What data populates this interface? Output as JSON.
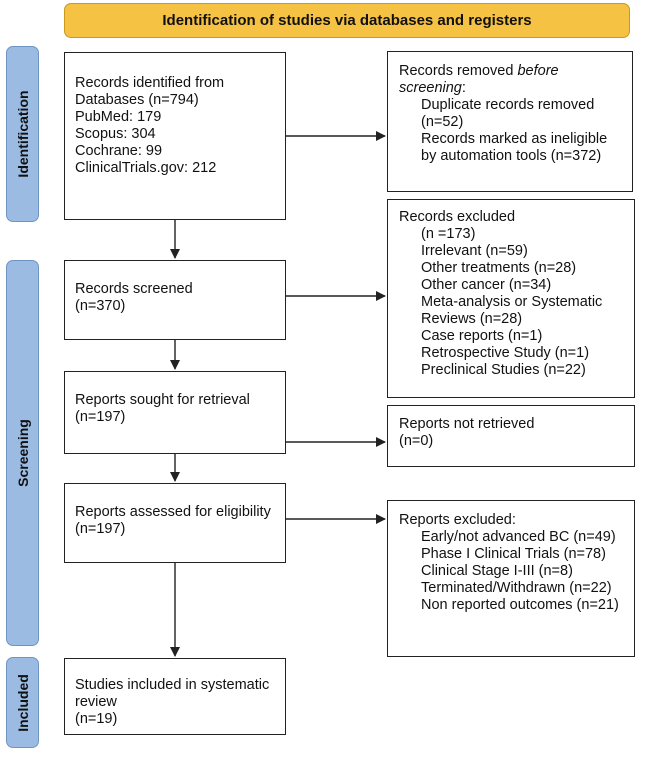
{
  "header": "Identification of studies via databases and registers",
  "phases": {
    "identification": "Identification",
    "screening": "Screening",
    "included": "Included"
  },
  "identified": {
    "line1": "Records identified from",
    "line2": "Databases (n=794)",
    "line3": "PubMed: 179",
    "line4": "Scopus: 304",
    "line5": "Cochrane: 99",
    "line6": "ClinicalTrials.gov: 212"
  },
  "removed": {
    "line1_a": "Records removed ",
    "line1_b": "before",
    "line2_a": "screening",
    "line2_b": ":",
    "dup1": "Duplicate records removed",
    "dup2": "(n=52)",
    "auto1": "Records marked as ineligible",
    "auto2": "by automation tools (n=372)"
  },
  "screened": {
    "line1": "Records screened",
    "line2": "(n=370)"
  },
  "excluded_records": {
    "line1": "Records excluded",
    "items": [
      "(n =173)",
      "Irrelevant (n=59)",
      "Other treatments (n=28)",
      "Other cancer (n=34)",
      "Meta-analysis or Systematic",
      "Reviews (n=28)",
      "Case reports (n=1)",
      "Retrospective Study (n=1)",
      "Preclinical Studies (n=22)"
    ]
  },
  "sought": {
    "line1": "Reports sought for retrieval",
    "line2": "(n=197)"
  },
  "not_retrieved": {
    "line1": "Reports not retrieved",
    "line2": "(n=0)"
  },
  "assessed": {
    "line1": "Reports assessed for eligibility",
    "line2": "(n=197)"
  },
  "excluded_reports": {
    "line1": "Reports excluded:",
    "items": [
      "Early/not advanced BC (n=49)",
      "Phase I Clinical Trials (n=78)",
      "Clinical Stage I-III (n=8)",
      "Terminated/Withdrawn (n=22)",
      "Non reported outcomes (n=21)"
    ]
  },
  "included_box": {
    "line1": "Studies included in systematic",
    "line2": "review",
    "line3": "(n=19)"
  }
}
